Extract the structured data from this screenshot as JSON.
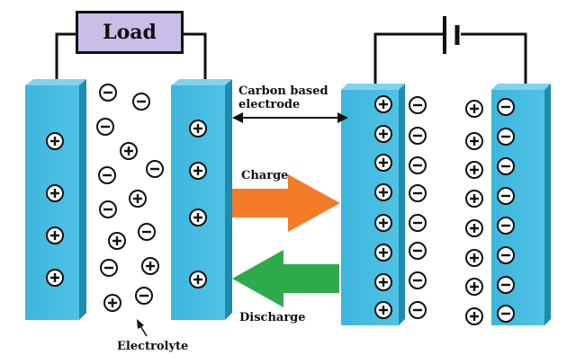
{
  "labels": {
    "load": "Load",
    "carbon_electrode": "Carbon based electrode",
    "charge": "Charge",
    "discharge": "Discharge",
    "electrolyte": "Electrolyte"
  },
  "colors": {
    "electrode": "#3db5dc",
    "electrode_dark": "#1f8bb0",
    "charge_arrow": "#f47b28",
    "discharge_arrow": "#2faa4a",
    "load_fill": "#c9bee8"
  },
  "icons": {
    "positive_ion": "plus-ion-icon",
    "negative_ion": "minus-ion-icon",
    "battery": "battery-icon"
  }
}
